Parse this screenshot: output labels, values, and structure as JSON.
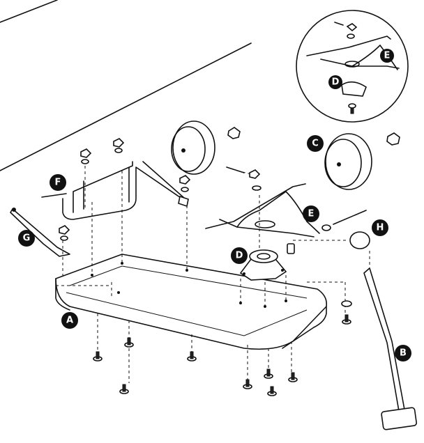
{
  "callouts": {
    "A": "A",
    "B": "B",
    "C": "C",
    "D": "D",
    "D_inset": "D",
    "E": "E",
    "E_inset": "E",
    "F": "F",
    "G": "G",
    "H": "H"
  }
}
